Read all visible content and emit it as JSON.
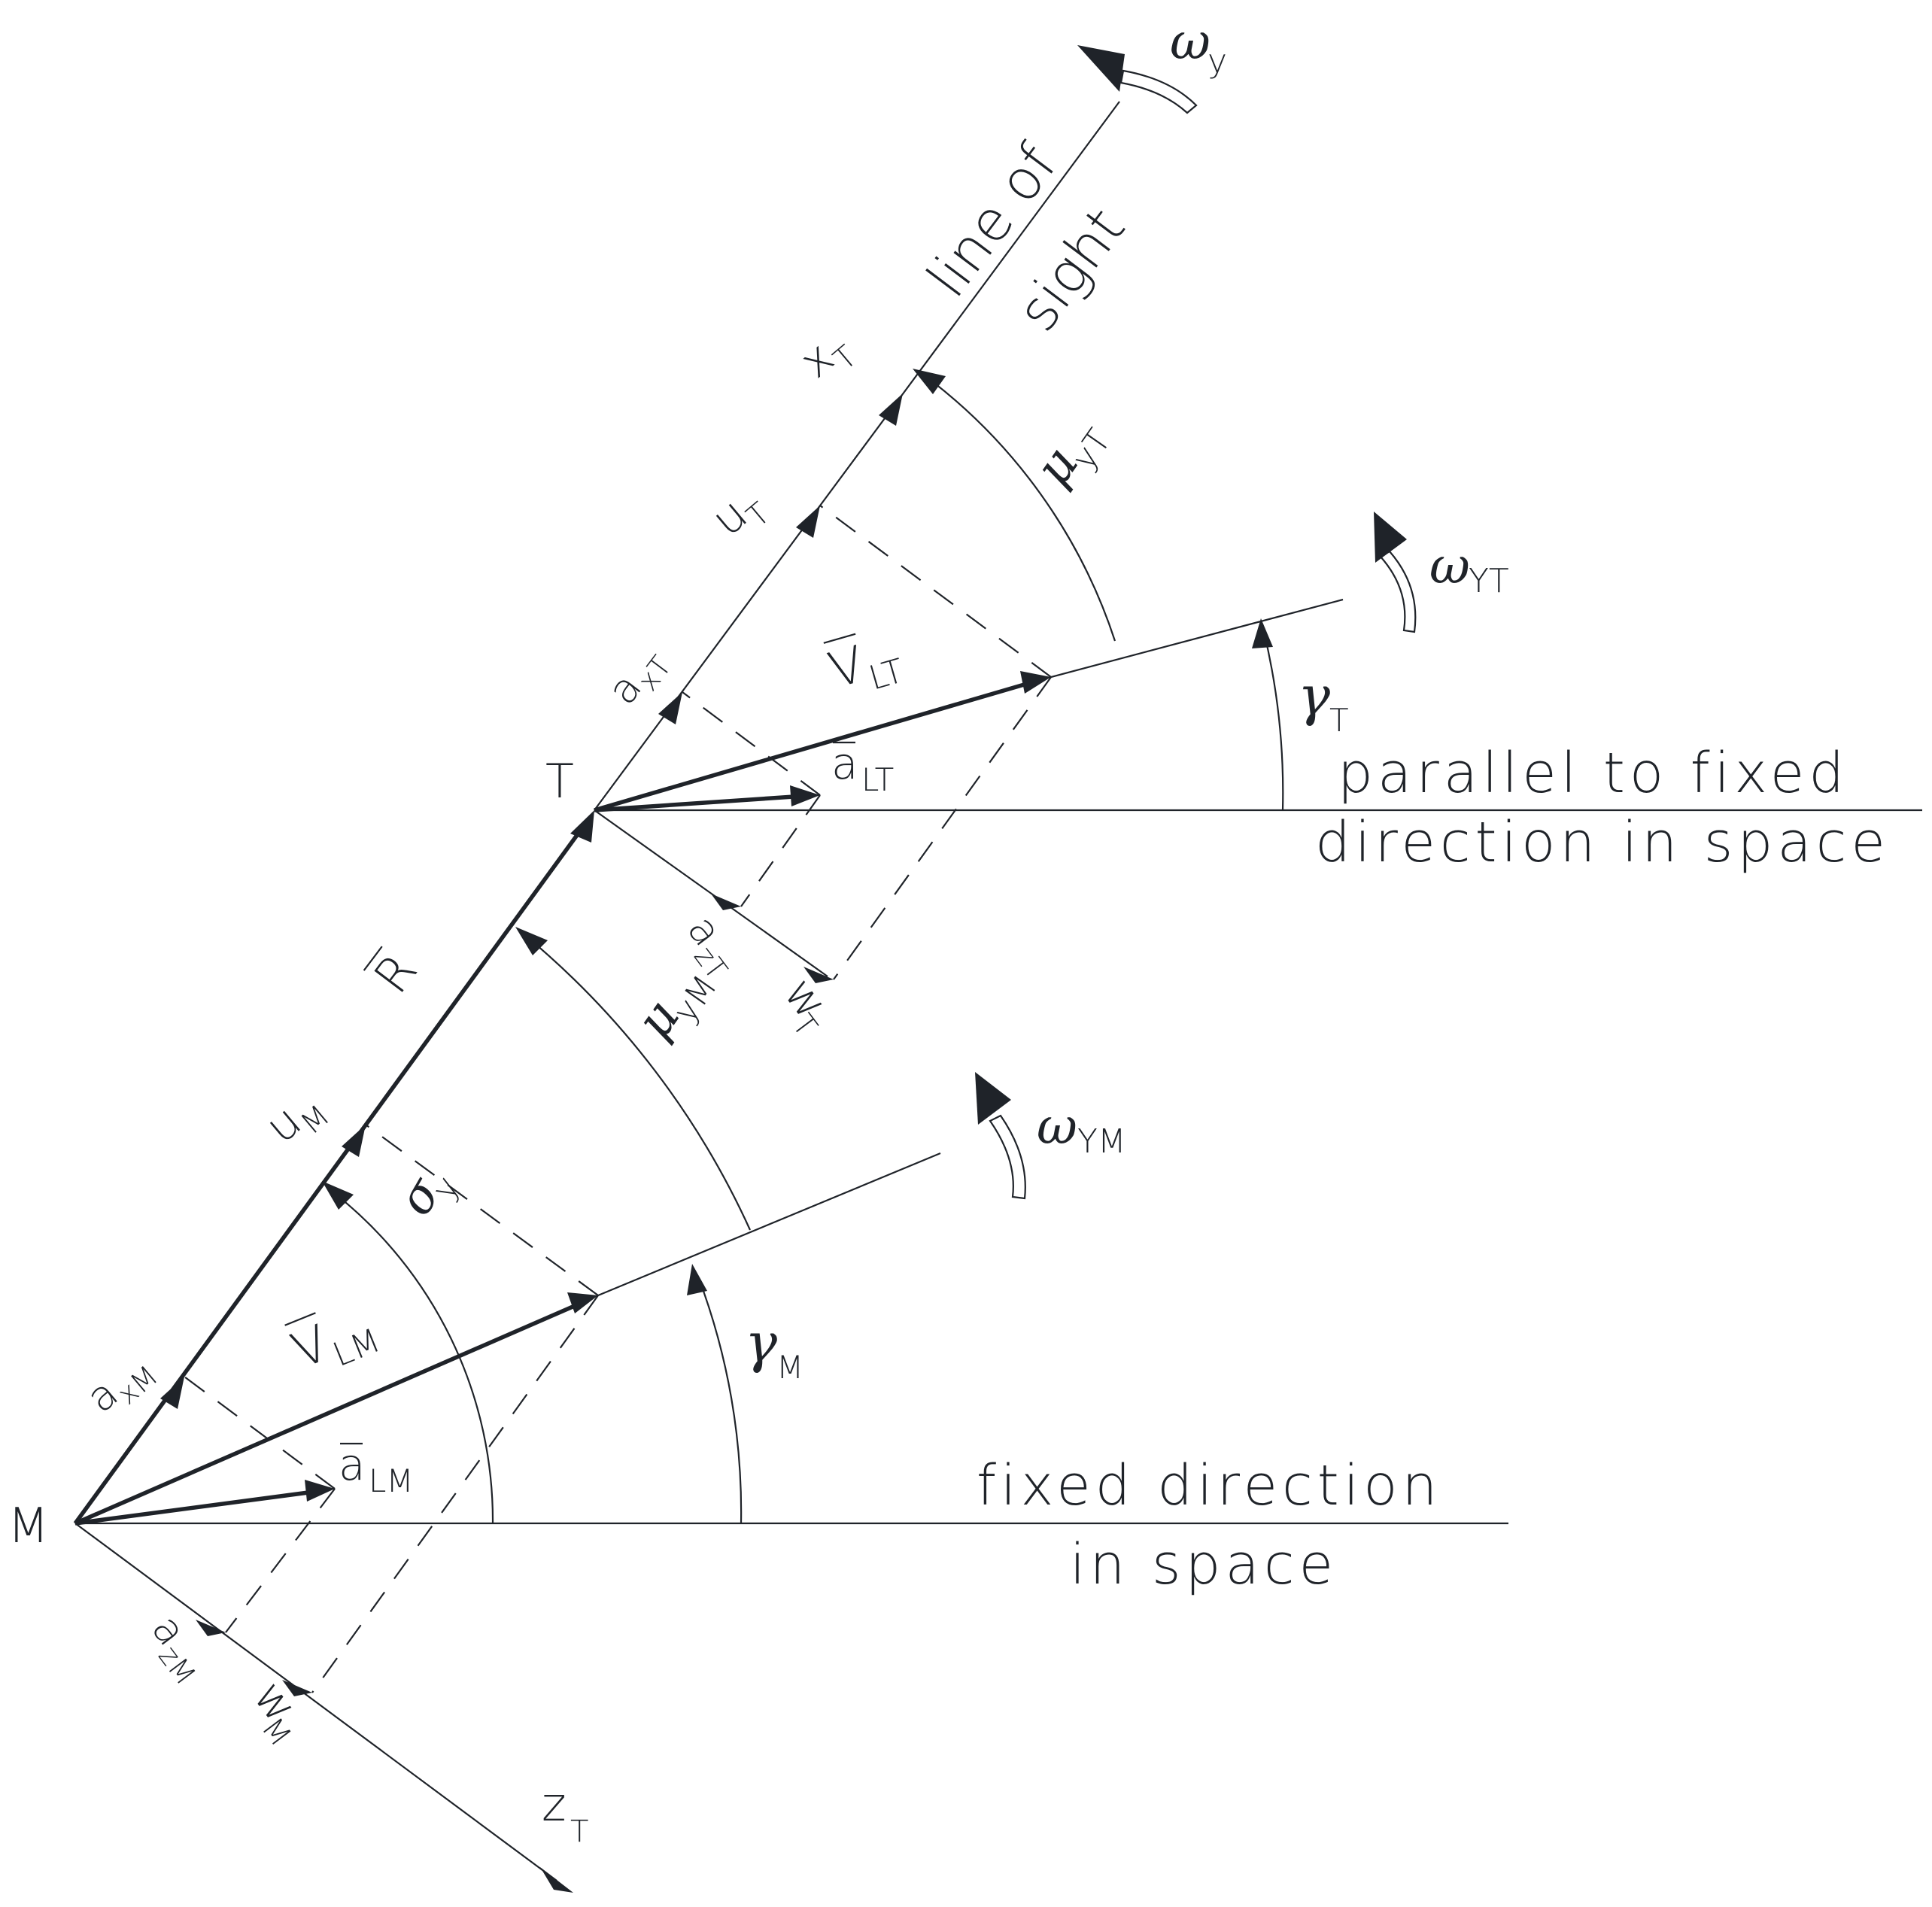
{
  "labels": {
    "line_of_sight_1": "line of",
    "line_of_sight_2": "sight",
    "parallel_1": "parallel to fixed",
    "parallel_2": "direction in space",
    "fixed_1": "fixed direction",
    "fixed_2": "in space",
    "M": "M",
    "T": "T",
    "R": "R",
    "xT": "x",
    "xT_sub": "T",
    "zT": "z",
    "zT_sub": "T",
    "uT": "u",
    "uT_sub": "T",
    "uM": "u",
    "uM_sub": "M",
    "wT": "w",
    "wT_sub": "T",
    "wM": "w",
    "wM_sub": "M",
    "axT": "a",
    "axT_sub": "xT",
    "azT": "a",
    "azT_sub": "zT",
    "axM": "a",
    "axM_sub": "xM",
    "azM": "a",
    "azM_sub": "zM",
    "VLT": "V",
    "VLT_sub": "LT",
    "VLM": "V",
    "VLM_sub": "LM",
    "aLT": "a",
    "aLT_sub": "LT",
    "aLM": "a",
    "aLM_sub": "LM",
    "omega_y": "ω",
    "omega_y_sub": "y",
    "omega_YT": "ω",
    "omega_YT_sub": "YT",
    "omega_YM": "ω",
    "omega_YM_sub": "YM",
    "mu_yT": "μ",
    "mu_yT_sub": "yT",
    "mu_yM": "μ",
    "mu_yM_sub": "yM",
    "sigma_y": "σ",
    "sigma_y_sub": "y",
    "gamma_T": "γ",
    "gamma_T_sub": "T",
    "gamma_M": "γ",
    "gamma_M_sub": "M"
  },
  "colors": {
    "ink": "#1f2329",
    "background": "#ffffff"
  }
}
